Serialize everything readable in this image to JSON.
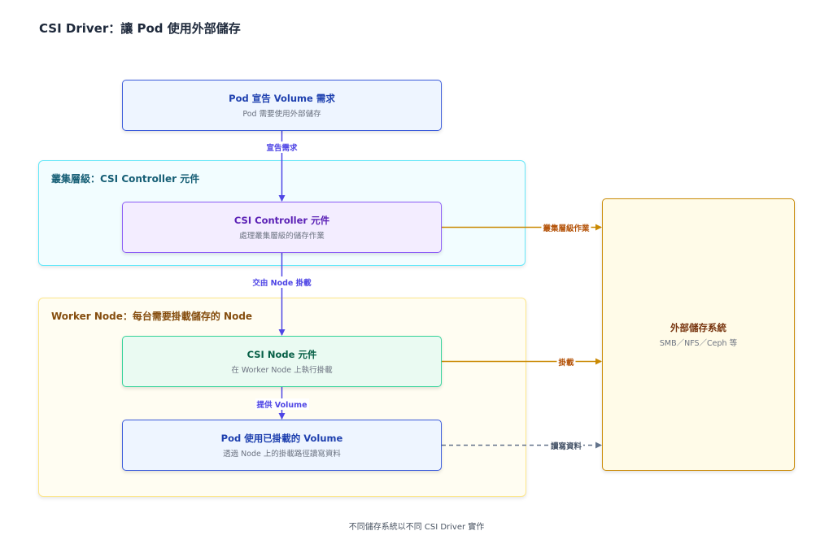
{
  "title": "CSI Driver：讓 Pod 使用外部儲存",
  "groups": {
    "cluster": "叢集層級：CSI Controller 元件",
    "worker": "Worker Node：每台需要掛載儲存的 Node"
  },
  "nodes": {
    "pod_request": {
      "title": "Pod 宣告 Volume 需求",
      "subtitle": "Pod 需要使用外部儲存"
    },
    "csi_controller": {
      "title": "CSI Controller 元件",
      "subtitle": "處理叢集層級的儲存作業"
    },
    "csi_node": {
      "title": "CSI Node 元件",
      "subtitle": "在 Worker Node 上執行掛載"
    },
    "pod_use": {
      "title": "Pod 使用已掛載的 Volume",
      "subtitle": "透過 Node 上的掛載路徑讀寫資料"
    },
    "storage": {
      "title": "外部儲存系統",
      "subtitle": "SMB／NFS／Ceph 等"
    }
  },
  "edges": {
    "declare": "宣告需求",
    "handoff": "交由 Node 掛載",
    "provide": "提供 Volume",
    "cluster_ops": "叢集層級作業",
    "mount": "掛載",
    "readwrite": "讀寫資料"
  },
  "colors": {
    "flow": "#4f46e5",
    "storage_link": "#ca8a04",
    "data_link": "#64748b"
  },
  "footer": "不同儲存系統以不同 CSI Driver 實作"
}
